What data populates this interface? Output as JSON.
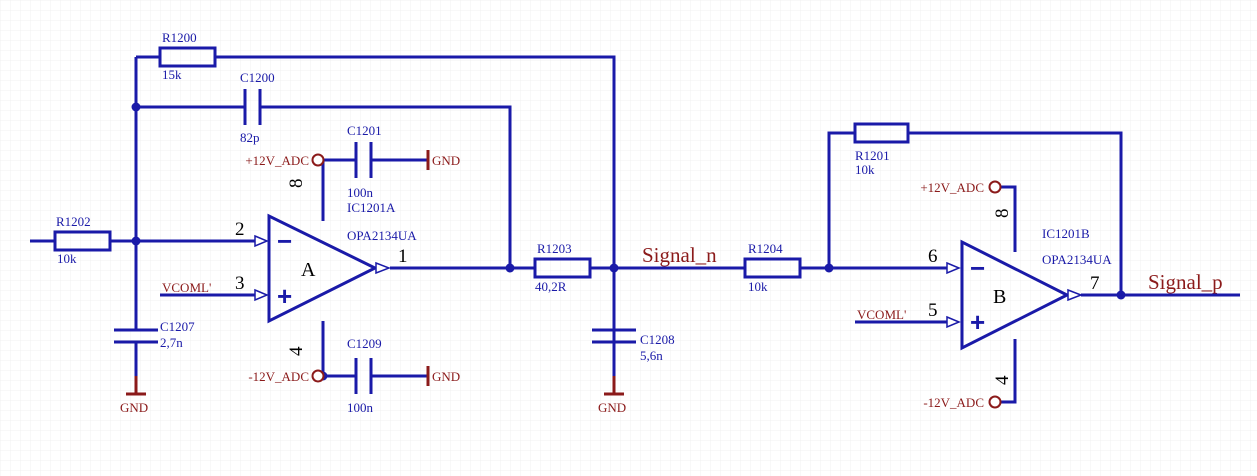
{
  "colors": {
    "wire": "#1a1aa8",
    "net_label": "#8b1a1a",
    "background": "#ffffff",
    "grid": "#f0f0f0"
  },
  "components": {
    "r1200": {
      "ref": "R1200",
      "value": "15k"
    },
    "c1200": {
      "ref": "C1200",
      "value": "82p"
    },
    "c1201": {
      "ref": "C1201",
      "value": "100n"
    },
    "r1202": {
      "ref": "R1202",
      "value": "10k"
    },
    "c1207": {
      "ref": "C1207",
      "value": "2,7n"
    },
    "c1209": {
      "ref": "C1209",
      "value": "100n"
    },
    "r1203": {
      "ref": "R1203",
      "value": "40,2R"
    },
    "c1208": {
      "ref": "C1208",
      "value": "5,6n"
    },
    "r1204": {
      "ref": "R1204",
      "value": "10k"
    },
    "r1201": {
      "ref": "R1201",
      "value": "10k"
    }
  },
  "opamp_a": {
    "ref": "IC1201A",
    "part": "OPA2134UA",
    "letter": "A",
    "minus": "−",
    "plus": "+",
    "pin_inv": "2",
    "pin_noninv": "3",
    "pin_out": "1",
    "pin_vpos": "8",
    "pin_vneg": "4"
  },
  "opamp_b": {
    "ref": "IC1201B",
    "part": "OPA2134UA",
    "letter": "B",
    "minus": "−",
    "plus": "+",
    "pin_inv": "6",
    "pin_noninv": "5",
    "pin_out": "7",
    "pin_vpos": "8",
    "pin_vneg": "4"
  },
  "nets": {
    "vpos_a": "+12V_ADC",
    "vneg_a": "-12V_ADC",
    "vpos_b": "+12V_ADC",
    "vneg_b": "-12V_ADC",
    "gnd_c1201": "GND",
    "gnd_c1209": "GND",
    "gnd_c1207": "GND",
    "gnd_c1208": "GND",
    "vcom_a": "VCOML'",
    "vcom_b": "VCOML'",
    "signal_n": "Signal_n",
    "signal_p": "Signal_p"
  }
}
